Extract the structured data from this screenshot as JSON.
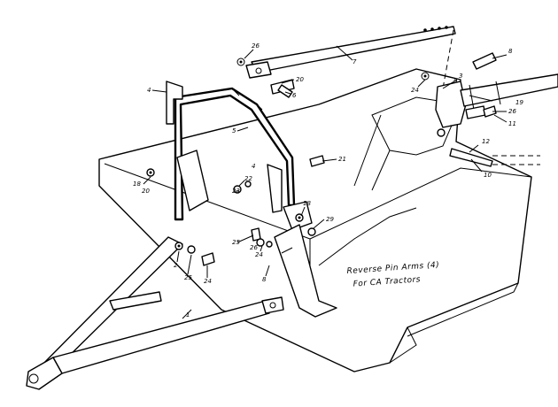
{
  "diagram": {
    "note_line1": "Reverse Pin Arms (4)",
    "note_line2": "For CA Tractors",
    "callouts": [
      {
        "id": "c26a",
        "text": "26"
      },
      {
        "id": "c7",
        "text": "7"
      },
      {
        "id": "c20a",
        "text": "20"
      },
      {
        "id": "c6",
        "text": "6"
      },
      {
        "id": "c4a",
        "text": "4"
      },
      {
        "id": "c5",
        "text": "5"
      },
      {
        "id": "c3",
        "text": "3"
      },
      {
        "id": "c8",
        "text": "8"
      },
      {
        "id": "c9",
        "text": "9"
      },
      {
        "id": "c24a",
        "text": "24"
      },
      {
        "id": "c19",
        "text": "19"
      },
      {
        "id": "c26b",
        "text": "26"
      },
      {
        "id": "c11",
        "text": "11"
      },
      {
        "id": "c12",
        "text": "12"
      },
      {
        "id": "c10",
        "text": "10"
      },
      {
        "id": "c21",
        "text": "21"
      },
      {
        "id": "c4b",
        "text": "4"
      },
      {
        "id": "c18a",
        "text": "18"
      },
      {
        "id": "c20b",
        "text": "20"
      },
      {
        "id": "c22",
        "text": "22"
      },
      {
        "id": "c23",
        "text": "23"
      },
      {
        "id": "c18b",
        "text": "18"
      },
      {
        "id": "c29",
        "text": "29"
      },
      {
        "id": "c25a",
        "text": "25"
      },
      {
        "id": "c24b",
        "text": "24"
      },
      {
        "id": "c26c",
        "text": "26"
      },
      {
        "id": "c2",
        "text": "2"
      },
      {
        "id": "c25b",
        "text": "25"
      },
      {
        "id": "c24c",
        "text": "24"
      },
      {
        "id": "c1",
        "text": "1"
      },
      {
        "id": "c8b",
        "text": "8"
      }
    ]
  }
}
